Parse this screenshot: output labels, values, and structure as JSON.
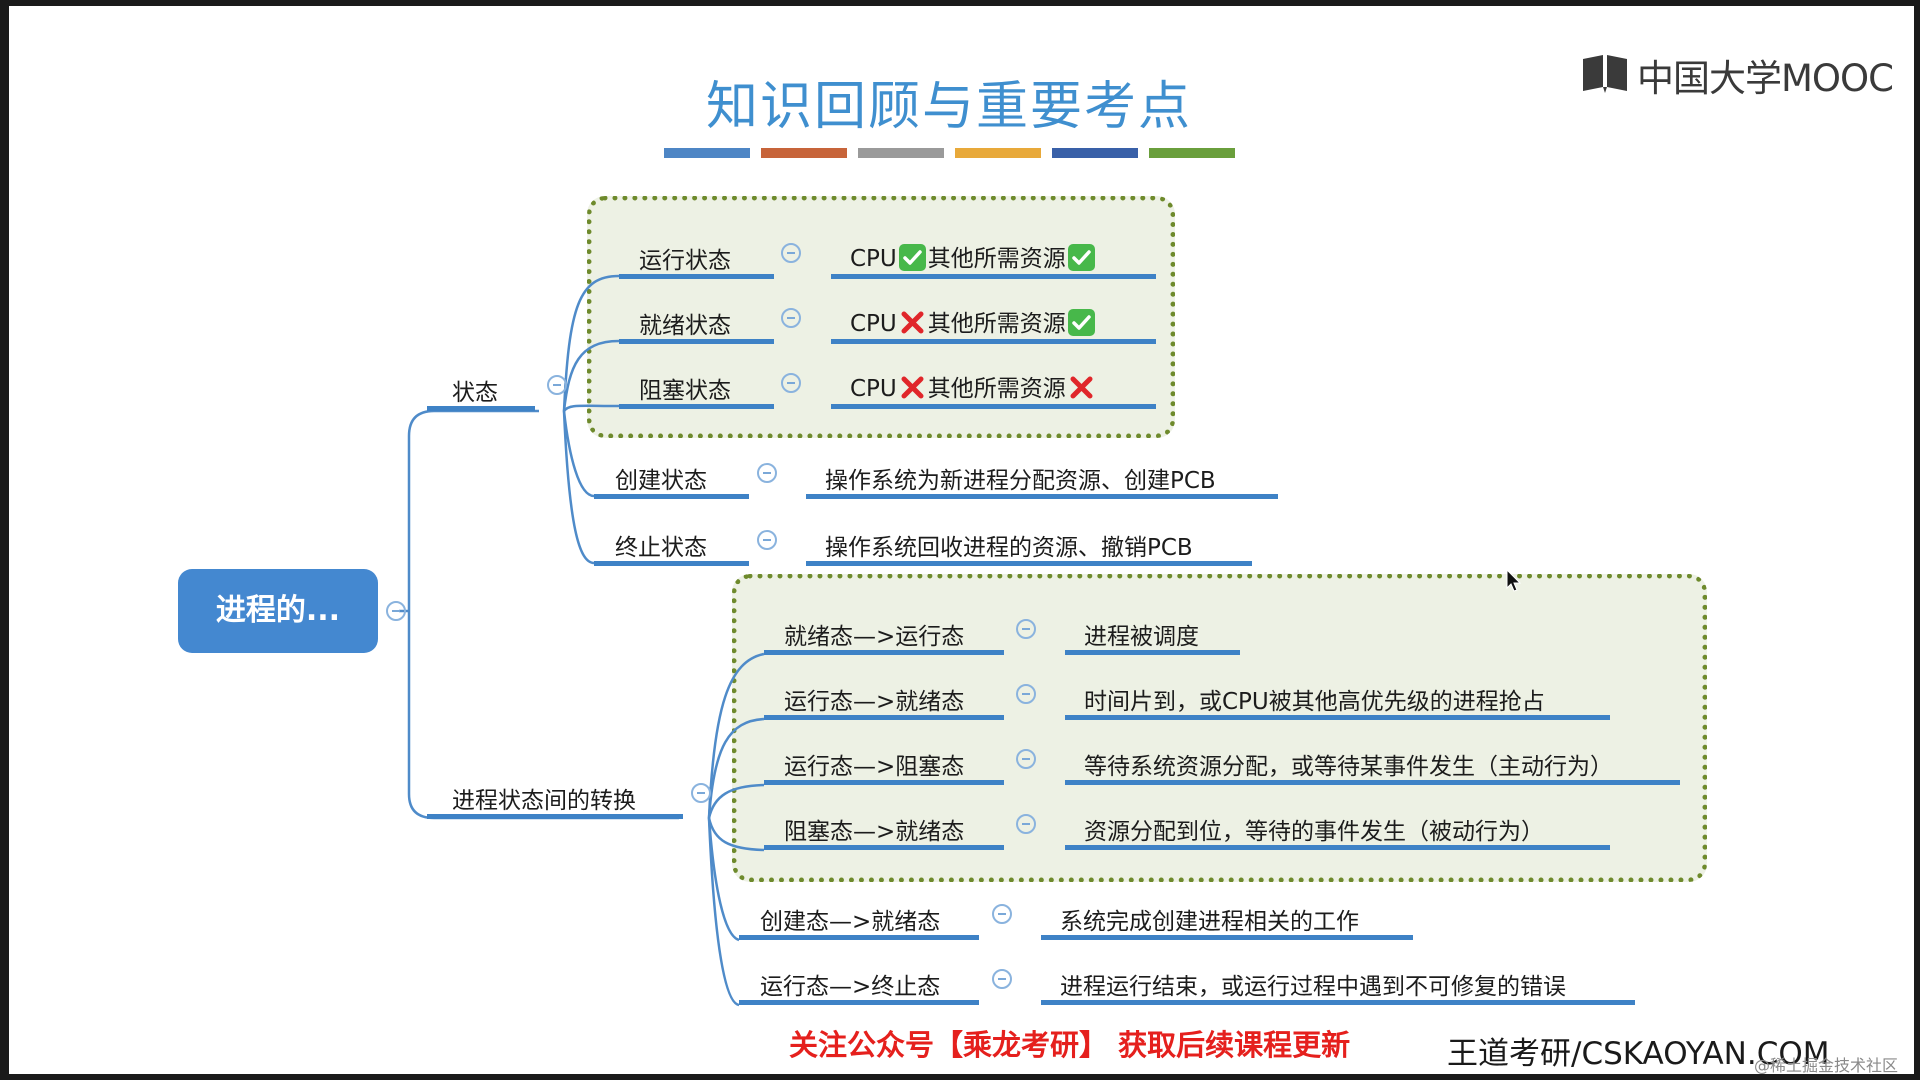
{
  "slide": {
    "title": "知识回顾与重要考点",
    "logo_text": "中国大学MOOC",
    "logo_icon": "book-icon",
    "title_bar_colors": [
      "#4e86c5",
      "#c7643a",
      "#9a9a9a",
      "#e8a93a",
      "#3960a8",
      "#6a9f3c"
    ]
  },
  "mindmap": {
    "root": "进程的...",
    "states": {
      "label": "状态",
      "items": [
        {
          "name": "运行状态",
          "cpu": "CPU",
          "cpu_mark": "check",
          "other": "其他所需资源",
          "other_mark": "check"
        },
        {
          "name": "就绪状态",
          "cpu": "CPU",
          "cpu_mark": "cross",
          "other": "其他所需资源",
          "other_mark": "check"
        },
        {
          "name": "阻塞状态",
          "cpu": "CPU",
          "cpu_mark": "cross",
          "other": "其他所需资源",
          "other_mark": "cross"
        },
        {
          "name": "创建状态",
          "desc": "操作系统为新进程分配资源、创建PCB"
        },
        {
          "name": "终止状态",
          "desc": "操作系统回收进程的资源、撤销PCB"
        }
      ]
    },
    "transitions": {
      "label": "进程状态间的转换",
      "items": [
        {
          "from_to": "就绪态—>运行态",
          "desc": "进程被调度"
        },
        {
          "from_to": "运行态—>就绪态",
          "desc": "时间片到，或CPU被其他高优先级的进程抢占"
        },
        {
          "from_to": "运行态—>阻塞态",
          "desc": "等待系统资源分配，或等待某事件发生（主动行为）"
        },
        {
          "from_to": "阻塞态—>就绪态",
          "desc": "资源分配到位，等待的事件发生（被动行为）"
        },
        {
          "from_to": "创建态—>就绪态",
          "desc": "系统完成创建进程相关的工作"
        },
        {
          "from_to": "运行态—>终止态",
          "desc": "进程运行结束，或运行过程中遇到不可修复的错误"
        }
      ]
    }
  },
  "footer": {
    "promo": "关注公众号【乘龙考研】 获取后续课程更新",
    "site": "王道考研/CSKAOYAN.COM",
    "watermark": "@稀土掘金技术社区"
  },
  "colors": {
    "accent": "#3e82c6",
    "root_fill": "#4488d0",
    "check": "#47b84a",
    "cross": "#e0262a",
    "promo": "#e5201d",
    "frame": "#6e8a2c"
  }
}
